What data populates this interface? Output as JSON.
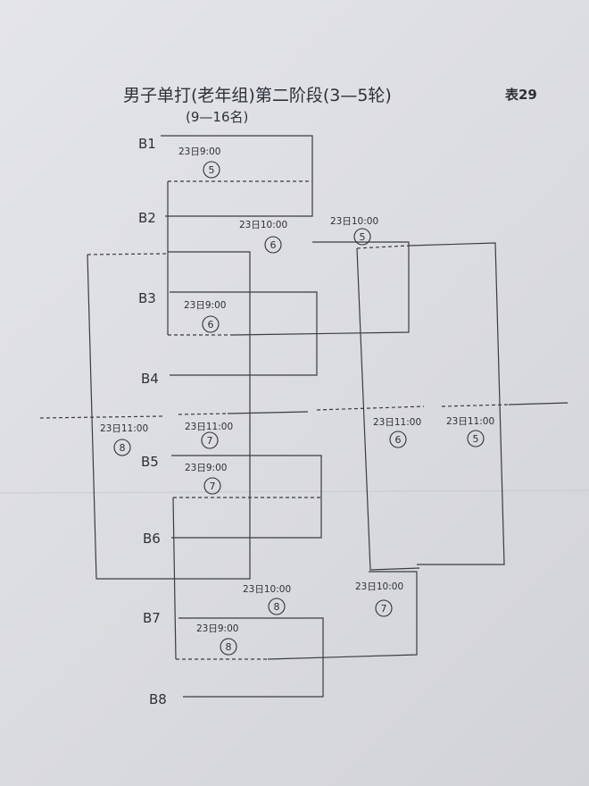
{
  "header": {
    "title": "男子单打(老年组)第二阶段(3—5轮)",
    "subtitle": "(9—16名)",
    "tag": "表29"
  },
  "players": [
    "B1",
    "B2",
    "B3",
    "B4",
    "B5",
    "B6",
    "B7",
    "B8"
  ],
  "matches": [
    {
      "time": "23日9:00",
      "num": "5"
    },
    {
      "time": "23日9:00",
      "num": "6"
    },
    {
      "time": "23日9:00",
      "num": "7"
    },
    {
      "time": "23日9:00",
      "num": "8"
    },
    {
      "time": "23日10:00",
      "num": "6"
    },
    {
      "time": "23日10:00",
      "num": "5"
    },
    {
      "time": "23日10:00",
      "num": "8"
    },
    {
      "time": "23日10:00",
      "num": "7"
    },
    {
      "time": "23日11:00",
      "num": "8"
    },
    {
      "time": "23日11:00",
      "num": "7"
    },
    {
      "time": "23日11:00",
      "num": "6"
    },
    {
      "time": "23日11:00",
      "num": "5"
    }
  ]
}
